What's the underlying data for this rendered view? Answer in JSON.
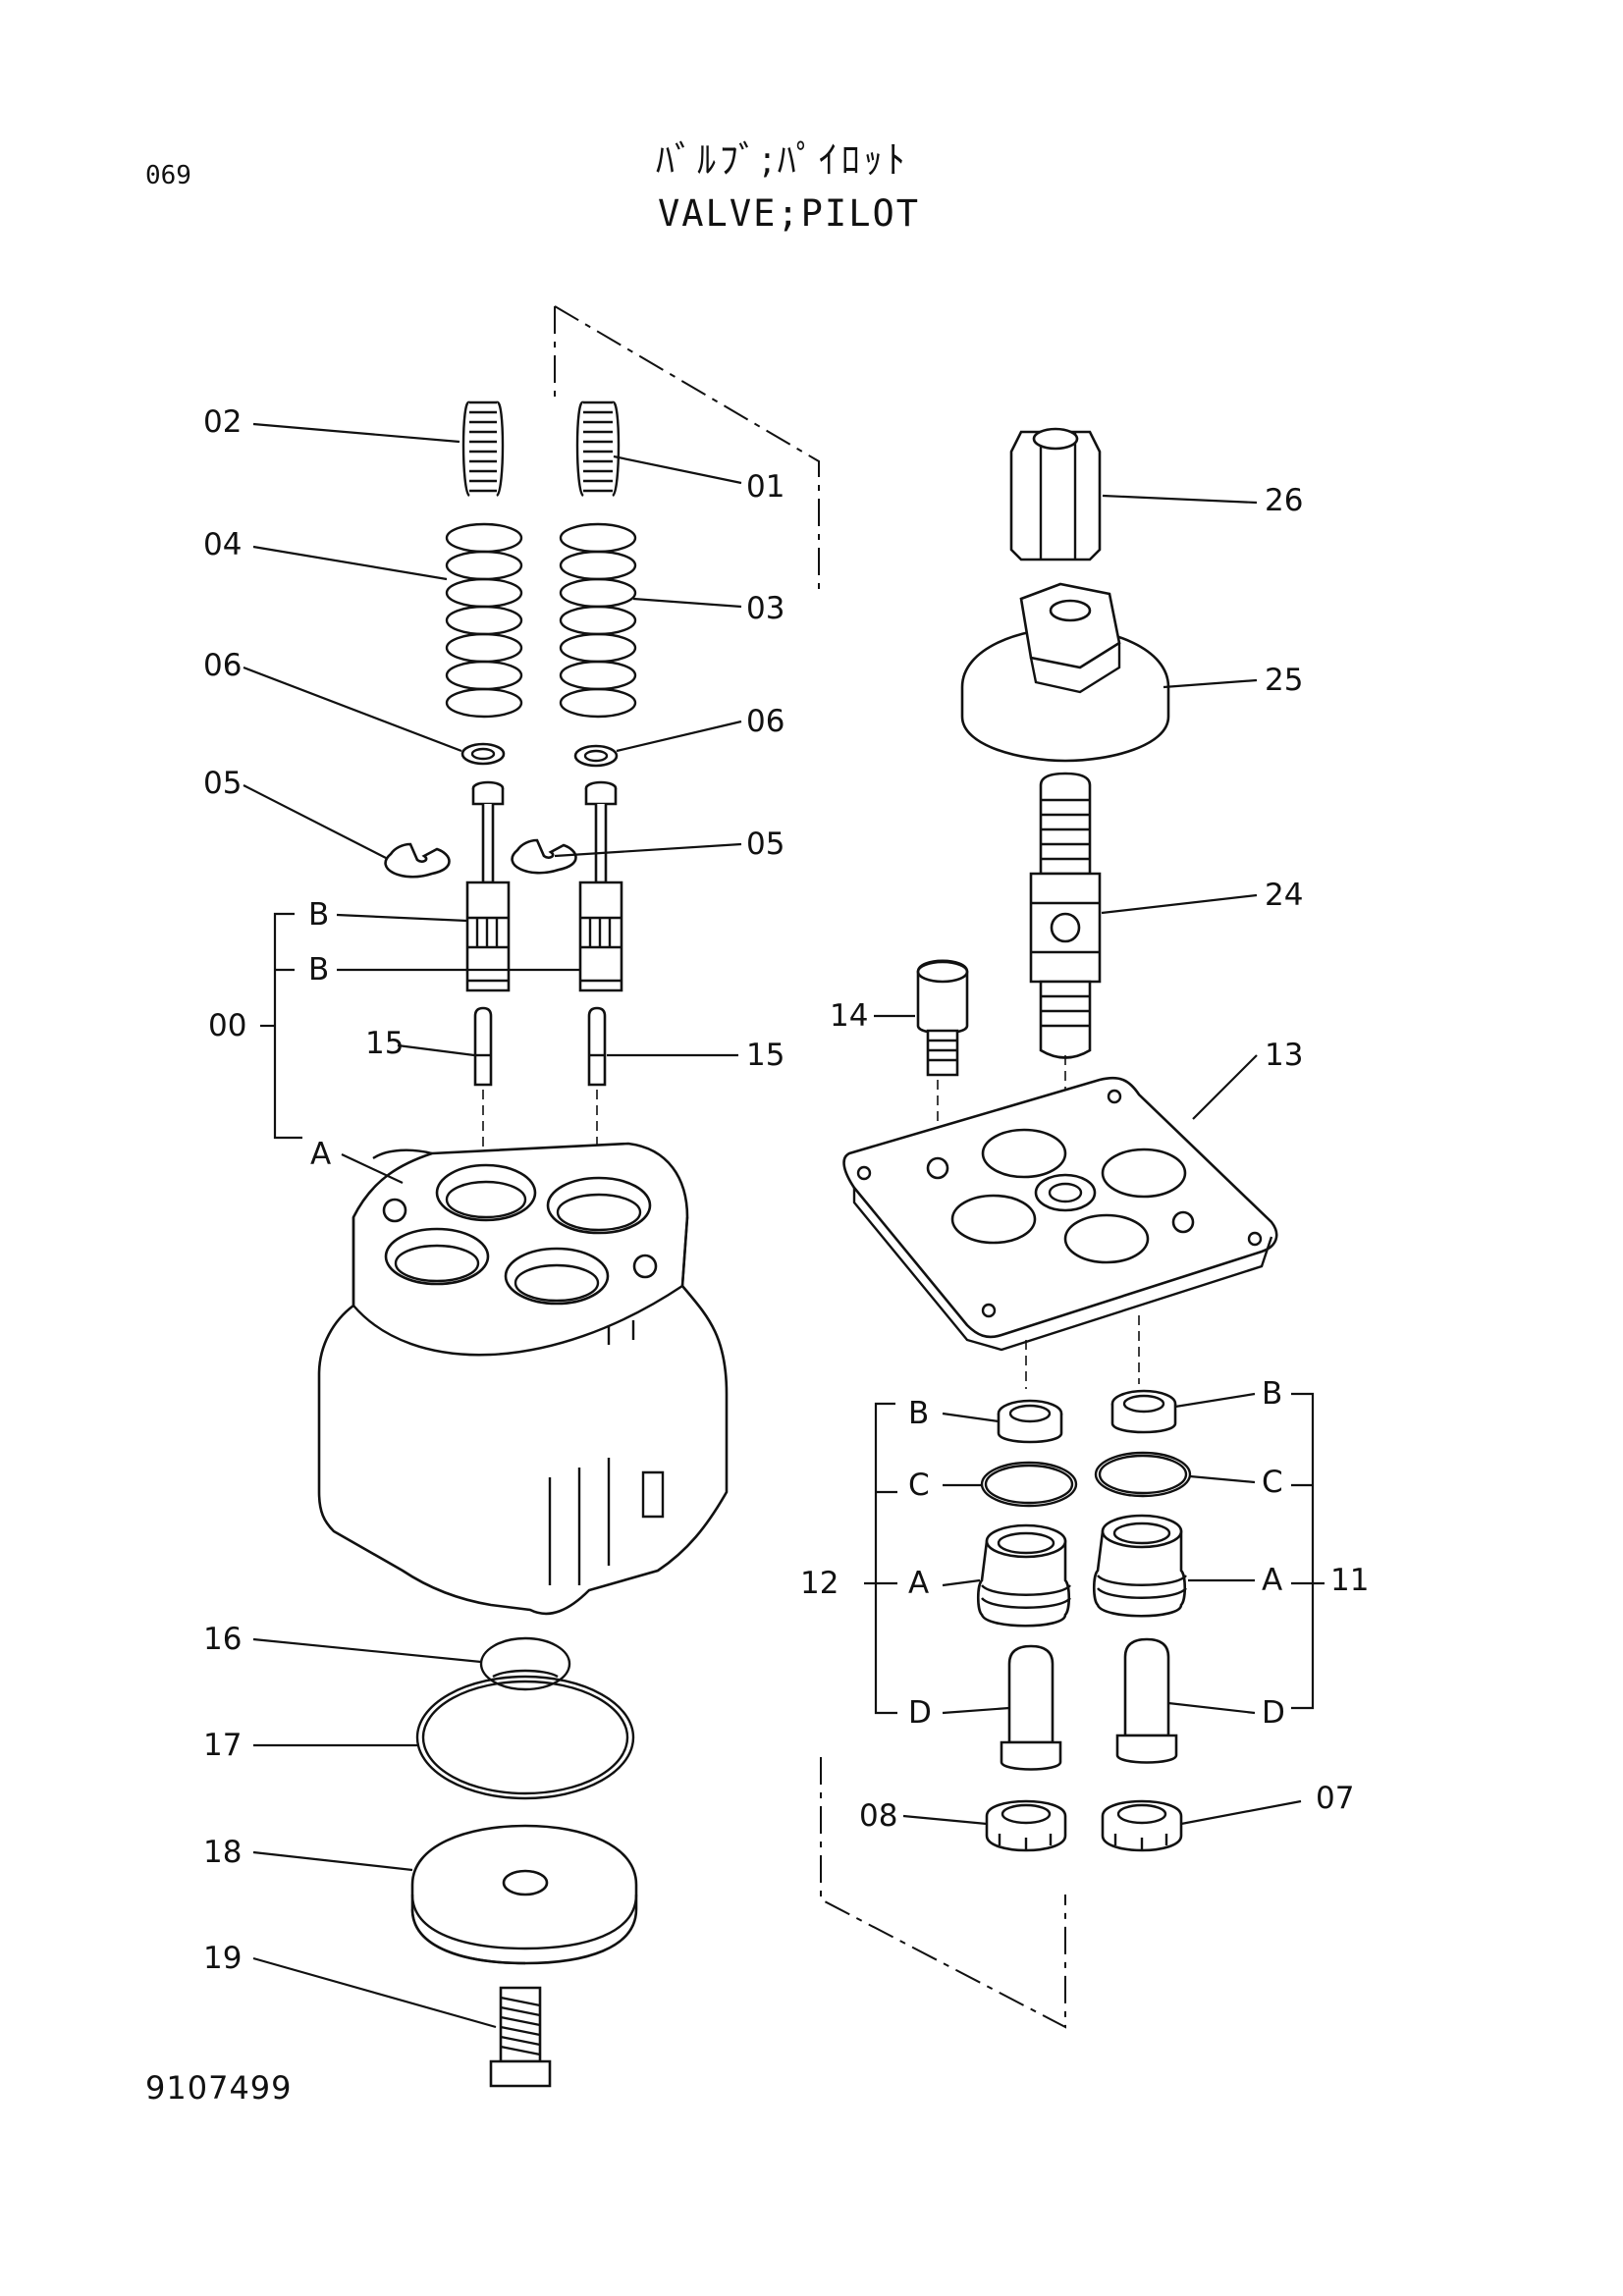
{
  "header": {
    "page_number": "069",
    "title_jp": "ﾊﾞﾙﾌﾞ;ﾊﾟｲﾛｯﾄ",
    "title_en": "VALVE;PILOT"
  },
  "footer": {
    "drawing_number": "9107499"
  },
  "callouts": {
    "c00": "00",
    "c01": "01",
    "c02": "02",
    "c03": "03",
    "c04": "04",
    "c05_left": "05",
    "c05_right": "05",
    "c06_left": "06",
    "c06_right": "06",
    "c07": "07",
    "c08": "08",
    "c11": "11",
    "c12": "12",
    "c13": "13",
    "c14": "14",
    "c15_left": "15",
    "c15_right": "15",
    "c16": "16",
    "c17": "17",
    "c18": "18",
    "c19": "19",
    "c24": "24",
    "c25": "25",
    "c26": "26"
  },
  "sub_labels": {
    "plunger_b_upper": "B",
    "plunger_b_lower": "B",
    "body_a": "A",
    "left_b": "B",
    "left_c": "C",
    "left_a": "A",
    "left_d": "D",
    "right_b": "B",
    "right_c": "C",
    "right_a": "A",
    "right_d": "D"
  }
}
